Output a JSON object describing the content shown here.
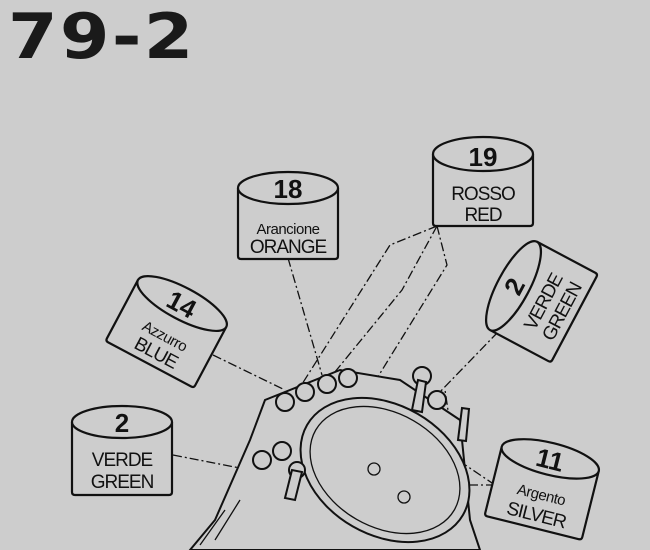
{
  "title": "79-2",
  "callouts": [
    {
      "number": "18",
      "italian": "Arancione",
      "english": "ORANGE"
    },
    {
      "number": "19",
      "italian": "ROSSO",
      "english": "RED"
    },
    {
      "number": "2",
      "italian": "VERDE",
      "english": "GREEN"
    },
    {
      "number": "14",
      "italian": "Azzurro",
      "english": "BLUE"
    },
    {
      "number": "2",
      "italian": "VERDE",
      "english": "GREEN"
    },
    {
      "number": "11",
      "italian": "Argento",
      "english": "SILVER"
    }
  ]
}
